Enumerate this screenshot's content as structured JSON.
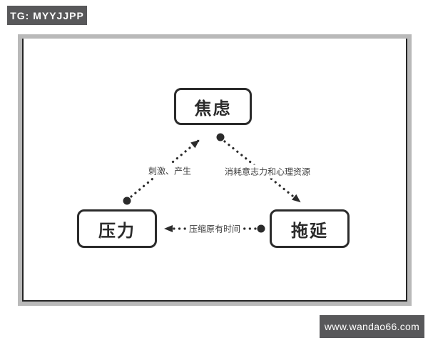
{
  "header": {
    "tg_badge": "TG: MYYJJPP"
  },
  "footer": {
    "site_badge": "www.wandao66.com"
  },
  "diagram": {
    "nodes": [
      {
        "id": "anxiety",
        "label": "焦虑"
      },
      {
        "id": "pressure",
        "label": "压力"
      },
      {
        "id": "procrastination",
        "label": "拖延"
      }
    ],
    "edges": [
      {
        "id": "pressure-to-anxiety",
        "from": "压力",
        "to": "焦虑",
        "label": "刺激、产生",
        "style": "dotted-arrow"
      },
      {
        "id": "anxiety-to-procrastination",
        "from": "焦虑",
        "to": "拖延",
        "label": "消耗意志力和心理资源",
        "style": "dotted-arrow"
      },
      {
        "id": "procrastination-to-pressure",
        "from": "拖延",
        "to": "压力",
        "label": "压缩原有时间",
        "style": "dotted-arrow"
      }
    ],
    "colors": {
      "stroke": "#2b2b2b",
      "badge_bg": "#58585a",
      "frame_gray": "#b9b9b9",
      "label_text": "#404040"
    }
  }
}
